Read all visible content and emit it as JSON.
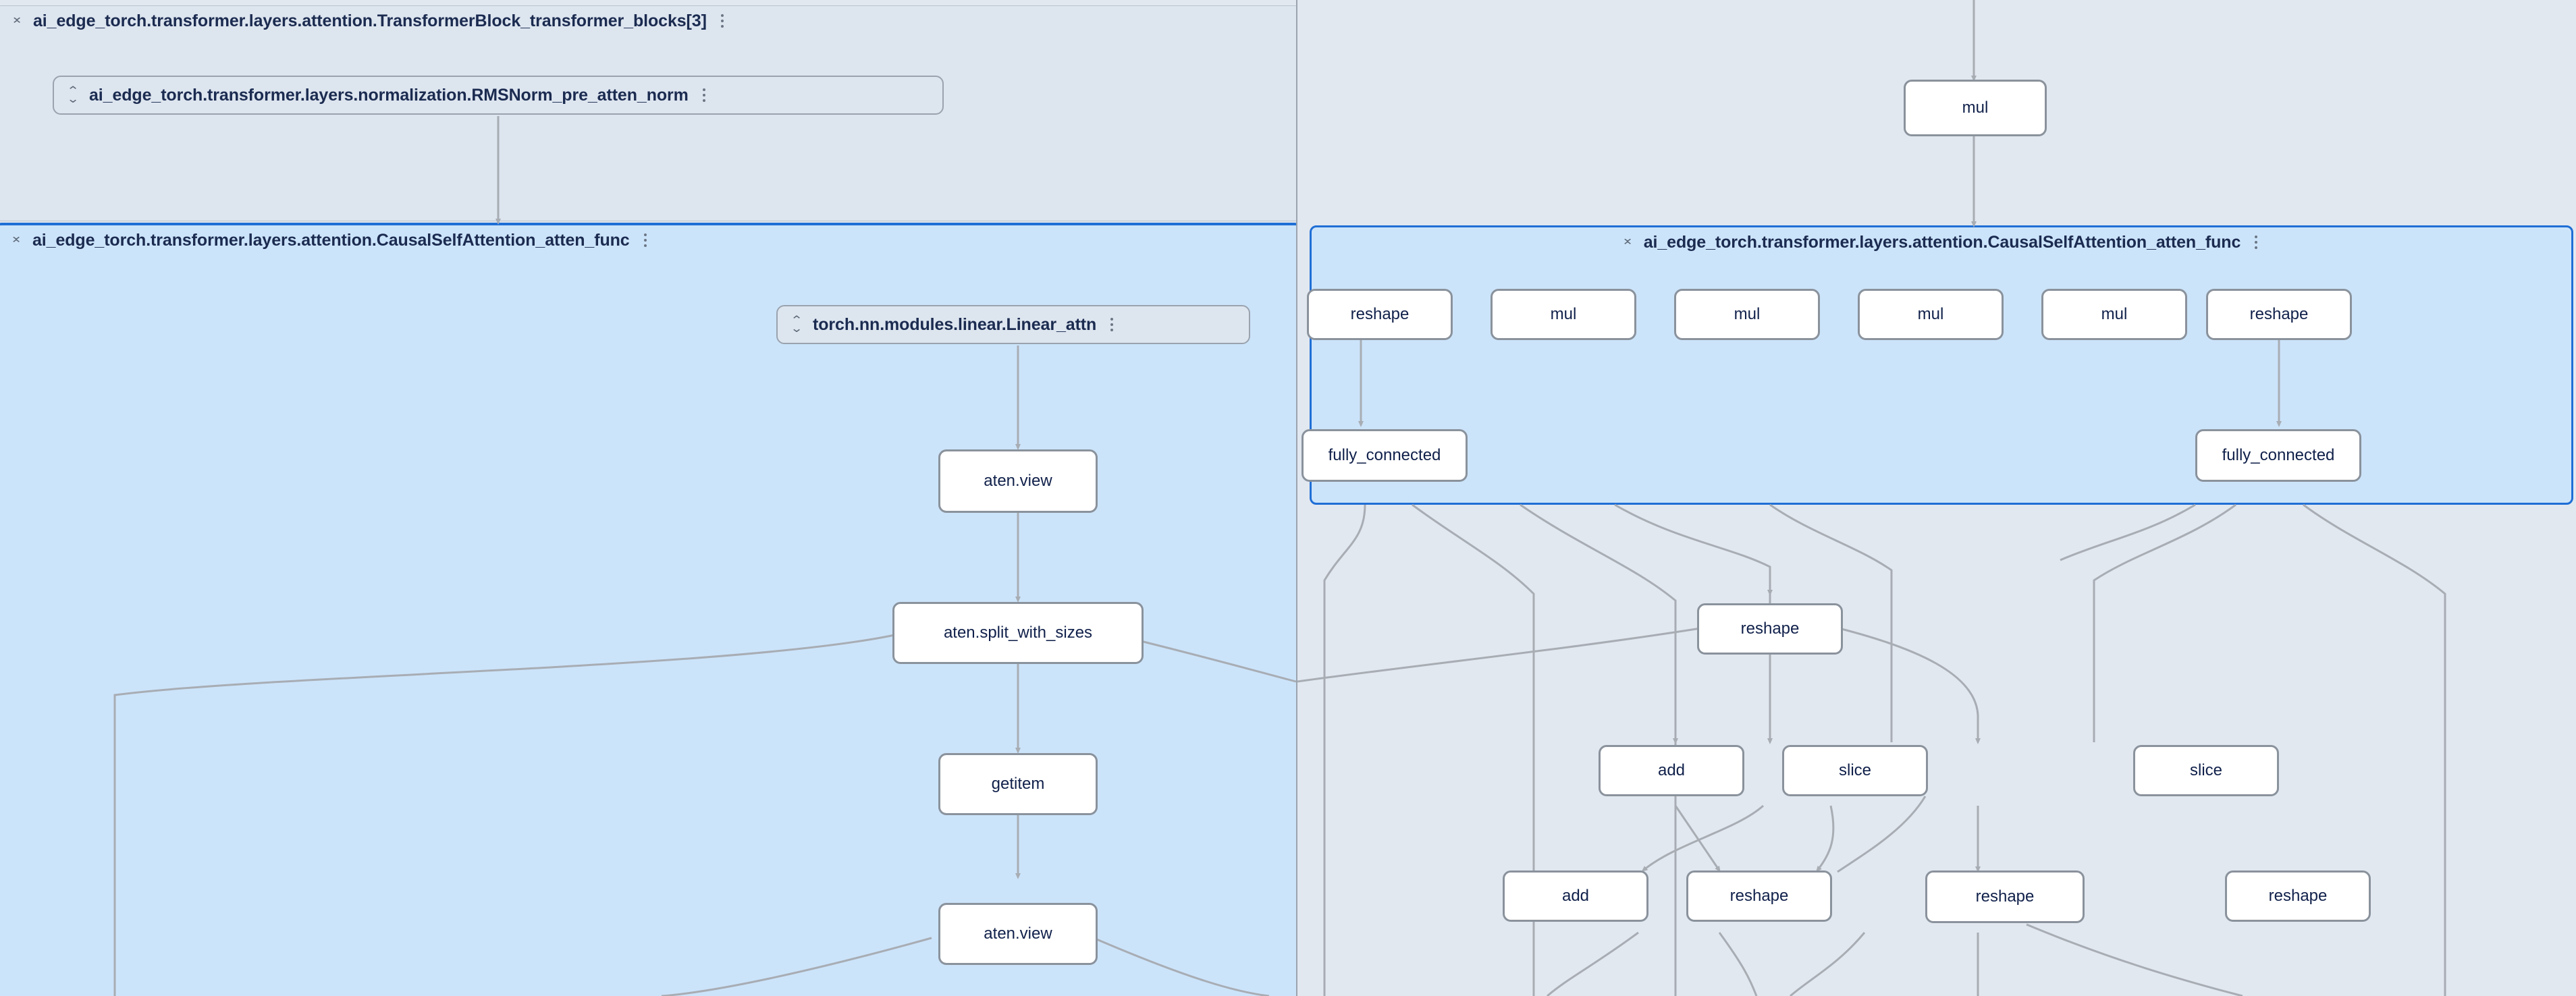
{
  "app": {
    "kind": "model-graph-explorer",
    "view": "side-by-side-graph-comparison"
  },
  "colors": {
    "canvas_background": "#e2e8f0",
    "group_background": "#dde5ef",
    "group_border": "#b9c2cd",
    "selected_group_background": "#cce4fa",
    "selected_group_border": "#1f6fd6",
    "node_background": "#ffffff",
    "node_border": "#8a929c",
    "node_text": "#10204a",
    "edge": "#a8adb4",
    "divider": "#9aa3ae"
  },
  "left_panel": {
    "name": "left-graph-pane",
    "groups": [
      {
        "id": "transformer-block",
        "title": "ai_edge_torch.transformer.layers.attention.TransformerBlock_transformer_blocks[3]",
        "selected": false,
        "collapse_icon": "chevron-collapse-icon",
        "menu_icon": "kebab-menu-icon"
      },
      {
        "id": "causal-self-attention",
        "title": "ai_edge_torch.transformer.layers.attention.CausalSelfAttention_atten_func",
        "selected": true,
        "collapse_icon": "chevron-collapse-icon",
        "menu_icon": "kebab-menu-icon"
      }
    ],
    "layer_pills": [
      {
        "id": "rmsnorm-pre-atten-norm",
        "title": "ai_edge_torch.transformer.layers.normalization.RMSNorm_pre_atten_norm",
        "expand_icon": "chevron-expand-icon",
        "menu_icon": "kebab-menu-icon"
      },
      {
        "id": "linear-attn",
        "title": "torch.nn.modules.linear.Linear_attn",
        "expand_icon": "chevron-expand-icon",
        "menu_icon": "kebab-menu-icon"
      }
    ],
    "nodes": [
      {
        "id": "l-aten-view-1",
        "label": "aten.view"
      },
      {
        "id": "l-split",
        "label": "aten.split_with_sizes"
      },
      {
        "id": "l-getitem",
        "label": "getitem"
      },
      {
        "id": "l-aten-view-2",
        "label": "aten.view"
      }
    ]
  },
  "right_panel": {
    "name": "right-graph-pane",
    "groups": [
      {
        "id": "causal-self-attention-right",
        "title": "ai_edge_torch.transformer.layers.attention.CausalSelfAttention_atten_func",
        "selected": true,
        "collapse_icon": "chevron-collapse-icon",
        "menu_icon": "kebab-menu-icon"
      }
    ],
    "nodes": [
      {
        "id": "r-mul-top",
        "label": "mul"
      },
      {
        "id": "r-reshape-a",
        "label": "reshape"
      },
      {
        "id": "r-mul-1",
        "label": "mul"
      },
      {
        "id": "r-mul-2",
        "label": "mul"
      },
      {
        "id": "r-mul-3",
        "label": "mul"
      },
      {
        "id": "r-mul-4",
        "label": "mul"
      },
      {
        "id": "r-reshape-b",
        "label": "reshape"
      },
      {
        "id": "r-fc-left",
        "label": "fully_connected"
      },
      {
        "id": "r-fc-right",
        "label": "fully_connected"
      },
      {
        "id": "r-reshape-c",
        "label": "reshape"
      },
      {
        "id": "r-add-1",
        "label": "add"
      },
      {
        "id": "r-slice-1",
        "label": "slice"
      },
      {
        "id": "r-slice-2",
        "label": "slice"
      },
      {
        "id": "r-add-2",
        "label": "add"
      },
      {
        "id": "r-reshape-d",
        "label": "reshape"
      },
      {
        "id": "r-reshape-e",
        "label": "reshape"
      },
      {
        "id": "r-reshape-f",
        "label": "reshape"
      }
    ]
  }
}
